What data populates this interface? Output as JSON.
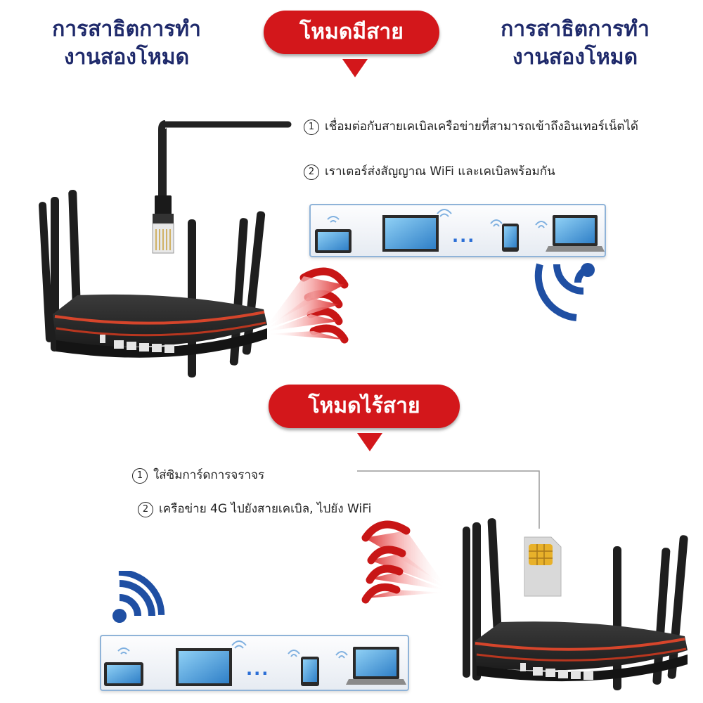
{
  "header": {
    "left_title_line1": "การสาธิตการทำ",
    "left_title_line2": "งานสองโหมด",
    "right_title_line1": "การสาธิตการทำ",
    "right_title_line2": "งานสองโหมด"
  },
  "wired_mode": {
    "label": "โหมดมีสาย",
    "steps": [
      {
        "num": "1",
        "text": "เชื่อมต่อกับสายเคเบิลเครือข่ายที่สามารถเข้าถึงอินเทอร์เน็ตได้"
      },
      {
        "num": "2",
        "text": "เราเตอร์ส่งสัญญาณ WiFi และเคเบิลพร้อมกัน"
      }
    ],
    "devices_ellipsis": "..."
  },
  "wireless_mode": {
    "label": "โหมดไร้สาย",
    "steps": [
      {
        "num": "1",
        "text": "ใส่ซิมการ์ดการจราจร"
      },
      {
        "num": "2",
        "text": "เครือข่าย 4G ไปยังสายเคเบิล, ไปยัง WiFi"
      }
    ],
    "devices_ellipsis": "..."
  },
  "colors": {
    "accent_red": "#d3171b",
    "title_navy": "#1f2a6b",
    "wifi_blue": "#1f4fa3"
  },
  "icons": [
    "router-icon",
    "ethernet-cable-icon",
    "sim-card-icon",
    "wifi-icon",
    "tablet-icon",
    "monitor-icon",
    "phone-icon",
    "laptop-icon",
    "signal-waves-icon"
  ]
}
